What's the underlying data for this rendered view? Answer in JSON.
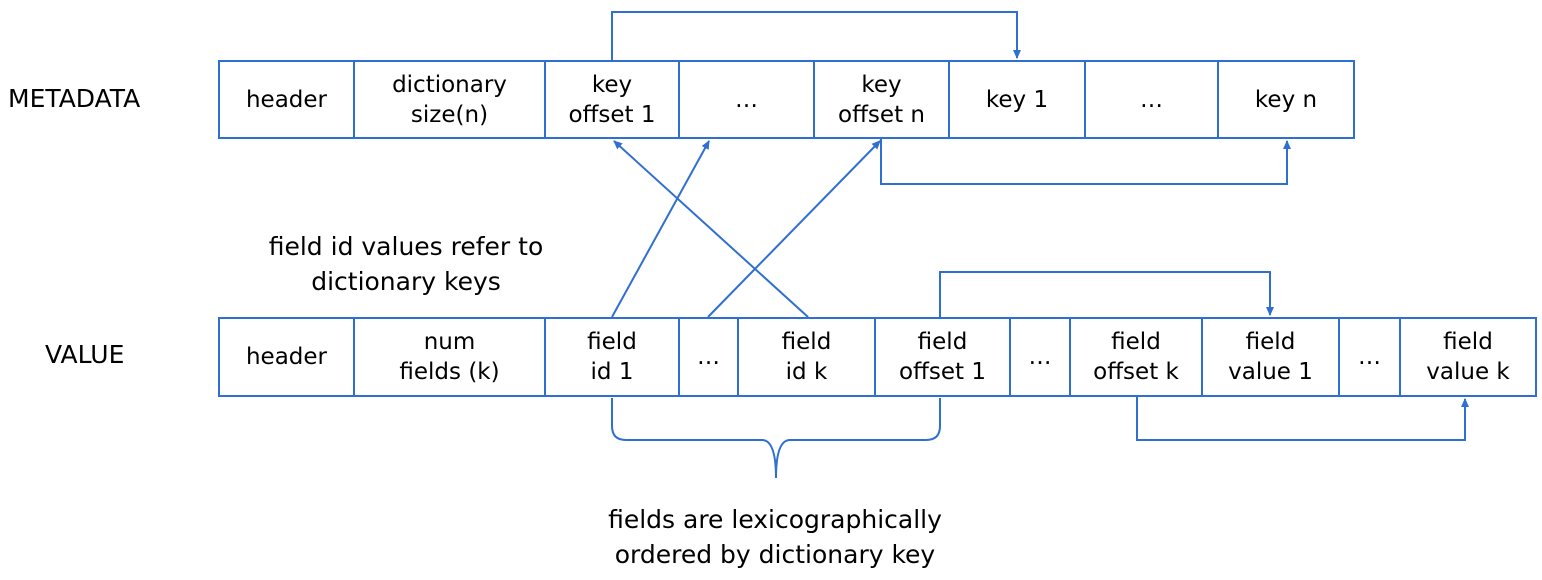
{
  "metadata": {
    "label": "METADATA",
    "cells": [
      "header",
      "dictionary\nsize(n)",
      "key\noffset 1",
      "…",
      "key\noffset n",
      "key 1",
      "…",
      "key n"
    ]
  },
  "value": {
    "label": "VALUE",
    "cells": [
      "header",
      "num\nfields (k)",
      "field\nid 1",
      "…",
      "field\nid k",
      "field\noffset 1",
      "…",
      "field\noffset k",
      "field\nvalue 1",
      "…",
      "field\nvalue k"
    ]
  },
  "notes": {
    "field_id": "field id values refer to\ndictionary keys",
    "ordering": "fields are lexicographically\nordered by dictionary key"
  },
  "colors": {
    "line": "#2f6fd1"
  }
}
